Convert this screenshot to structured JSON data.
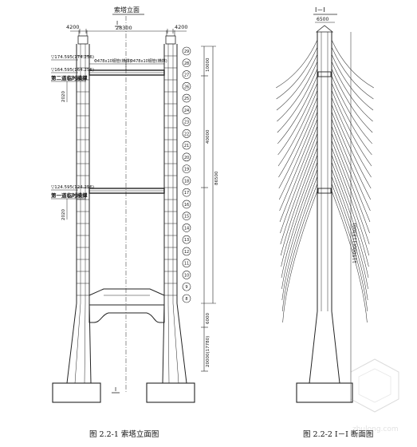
{
  "front": {
    "title": "索塔立面",
    "dims": {
      "left_top": "4200",
      "right_top": "4200",
      "span": "28300"
    },
    "levels": {
      "upper": "▽174.595(174.256)",
      "middle": "▽164.595(164.256)",
      "lower": "▽124.595(124.256)"
    },
    "brace2": {
      "label": "第二道临时横撑",
      "note_a": "Φ478x10钢管(横撑)",
      "note_b": "Φ478x10钢管(横撑)",
      "height": "2020"
    },
    "brace1": {
      "label": "第一道临时横撑",
      "height": "2020"
    },
    "right_dims": {
      "d1": "10000",
      "d2": "40000",
      "d3": "86500",
      "d4": "6000",
      "d5": "20000(17780)"
    },
    "cable_numbers": [
      "29",
      "28",
      "27",
      "26",
      "25",
      "24",
      "23",
      "22",
      "21",
      "20",
      "19",
      "18",
      "17",
      "16",
      "15",
      "14",
      "13",
      "12",
      "11",
      "10",
      "9",
      "8"
    ],
    "section_mark_top": "I",
    "section_mark_bottom": "I"
  },
  "side": {
    "title": "I－I",
    "width_dim": "6500",
    "height_dim": "115000(113300)"
  },
  "captions": {
    "left": "图 2.2-1  索塔立面图",
    "right": "图 2.2-2  I－I 断面图"
  },
  "watermark": "zhulong.com"
}
